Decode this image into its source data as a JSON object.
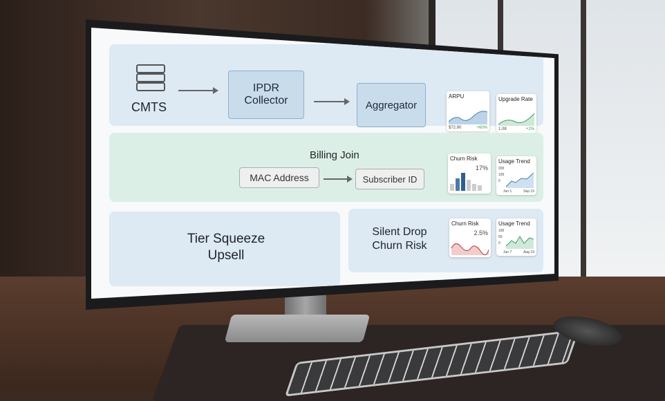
{
  "row1": {
    "source": "CMTS",
    "collector": "IPDR Collector",
    "aggregator": "Aggregator",
    "cards": [
      {
        "title": "ARPU",
        "value": "$72.90",
        "delta": "+60%"
      },
      {
        "title": "Upgrade Rate",
        "value": "1.08",
        "delta": "+2%"
      }
    ]
  },
  "row2": {
    "title": "Billing Join",
    "from": "MAC Address",
    "to": "Subscriber ID",
    "churn": {
      "title": "Churn Risk",
      "value": "17%"
    },
    "usage": {
      "title": "Usage Trend",
      "y_ticks": [
        "200",
        "100",
        "0"
      ],
      "x_start": "Jun 1",
      "x_end": "Sep 15"
    }
  },
  "row3": {
    "left": "Tier Squeeze Upsell",
    "right": "Silent Drop Churn Risk",
    "churn": {
      "title": "Churn Risk",
      "value": "2.5%"
    },
    "usage": {
      "title": "Usage Trend",
      "y_ticks": [
        "100",
        "50",
        "0"
      ],
      "x_start": "Jun 7",
      "x_end": "Aug 19"
    }
  },
  "colors": {
    "blue_panel": "#dde9f3",
    "green_panel": "#dcefe6",
    "box": "#c9dcec"
  }
}
